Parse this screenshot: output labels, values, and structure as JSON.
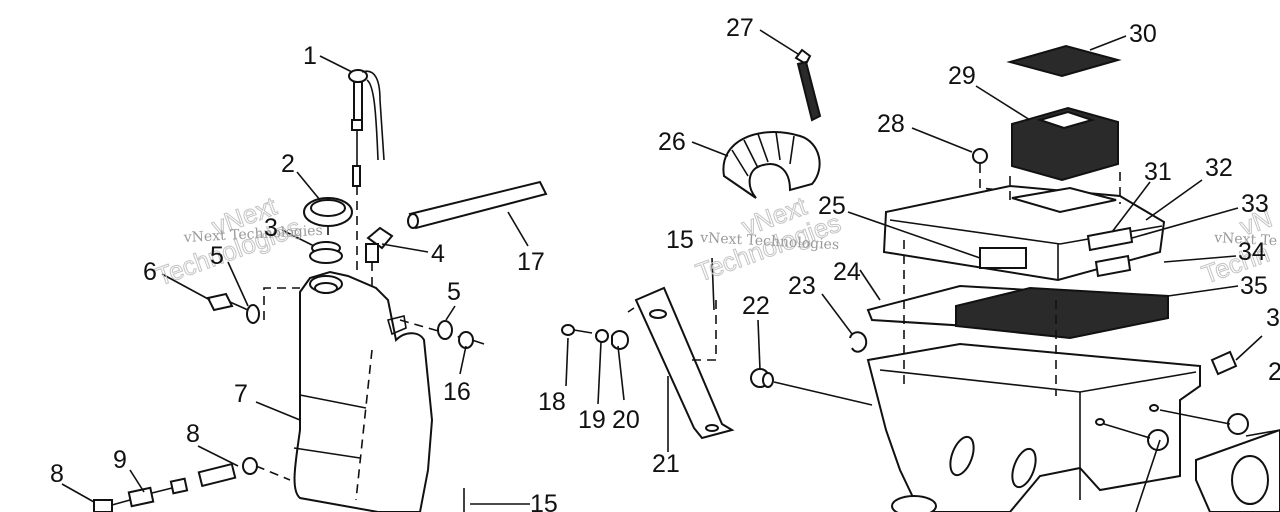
{
  "callouts": {
    "c1": "1",
    "c2": "2",
    "c3": "3",
    "c4": "4",
    "c5a": "5",
    "c5b": "5",
    "c6": "6",
    "c7": "7",
    "c8a": "8",
    "c8b": "8",
    "c9": "9",
    "c15a": "15",
    "c15b": "15",
    "c16": "16",
    "c17": "17",
    "c18": "18",
    "c19": "19",
    "c20": "20",
    "c21": "21",
    "c22": "22",
    "c23": "23",
    "c24": "24",
    "c25": "25",
    "c26": "26",
    "c27": "27",
    "c28": "28",
    "c29": "29",
    "c30": "30",
    "c31": "31",
    "c32": "32",
    "c33": "33",
    "c34": "34",
    "c35": "35",
    "c3x": "3",
    "c2x": "2"
  },
  "watermark": {
    "company": "vNext Technologies",
    "company_short": "vNext Te",
    "big_a": "Technologies",
    "big_b": "vNext",
    "big_c": "Techn",
    "big_d": "vN"
  }
}
